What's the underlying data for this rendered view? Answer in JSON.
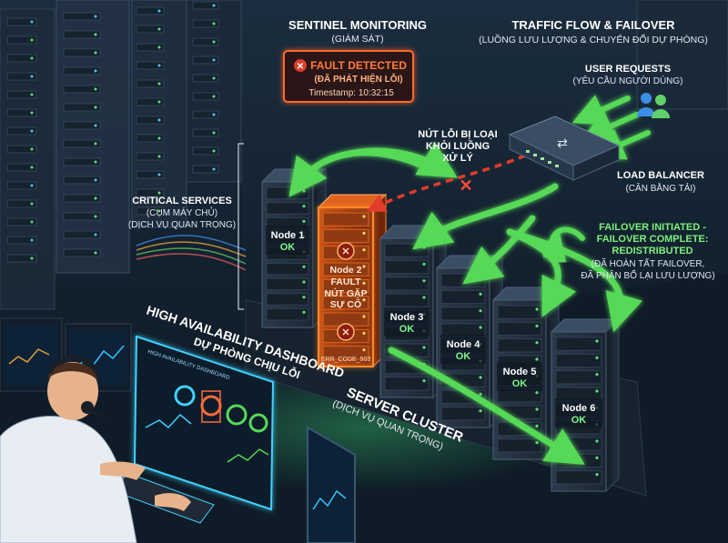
{
  "sentinel": {
    "title": "SENTINEL MONITORING",
    "subtitle": "(GIÁM SÁT)",
    "fault_title": "FAULT DETECTED",
    "fault_sub": "(ĐÃ PHÁT HIỆN LỖI)",
    "timestamp": "Timestamp: 10:32:15"
  },
  "traffic": {
    "title": "TRAFFIC FLOW & FAILOVER",
    "subtitle": "(LUỒNG LƯU LƯỢNG & CHUYỂN ĐỔI DỰ PHÒNG)"
  },
  "user_requests": {
    "title": "USER REQUESTS",
    "subtitle": "(YÊU CẦU NGƯỜI DÙNG)"
  },
  "load_balancer": {
    "title": "LOAD BALANCER",
    "subtitle": "(CÂN BẰNG TẢI)"
  },
  "fault_removed": {
    "line1": "NÚT LỖI BỊ LOẠI",
    "line2": "KHỎI LUỒNG",
    "line3": "XỬ LÝ"
  },
  "critical": {
    "title": "CRITICAL SERVICES",
    "line1": "(CỤM MÁY CHỦ)",
    "line2": "(DỊCH VỤ QUAN TRỌNG)"
  },
  "failover": {
    "line1": "FAILOVER INITIATED -",
    "line2": "FAILOVER COMPLETE:",
    "line3": "REDISTRIBUTED",
    "sub1": "(ĐÃ HOÀN TẤT FAILOVER,",
    "sub2": "ĐÃ PHÂN BỔ LẠI LƯU LƯỢNG)"
  },
  "dashboard": {
    "title": "HIGH AVAILABILITY DASHBOARD",
    "subtitle": "DỰ PHÒNG CHỊU LỖI",
    "screen_title": "HIGH AVAILABILITY DASHBOARD"
  },
  "cluster": {
    "title": "SERVER CLUSTER",
    "subtitle": "(DỊCH VỤ QUAN TRỌNG)"
  },
  "nodes": [
    {
      "name": "Node 1",
      "status": "OK"
    },
    {
      "name": "Node 2",
      "status": "FAULT",
      "note1": "NÚT GẶP",
      "note2": "SỰ CỐ",
      "code": "ERR_CODE_503"
    },
    {
      "name": "Node 3",
      "status": "OK"
    },
    {
      "name": "Node 4",
      "status": "OK"
    },
    {
      "name": "Node 5",
      "status": "OK"
    },
    {
      "name": "Node 6",
      "status": "OK"
    }
  ],
  "colors": {
    "ok_green": "#7ef58a",
    "arrow_green": "#57d957",
    "fault_orange": "#ff7a1a",
    "fault_red": "#e03b2b",
    "dashboard_cyan": "#3fd1ff"
  }
}
